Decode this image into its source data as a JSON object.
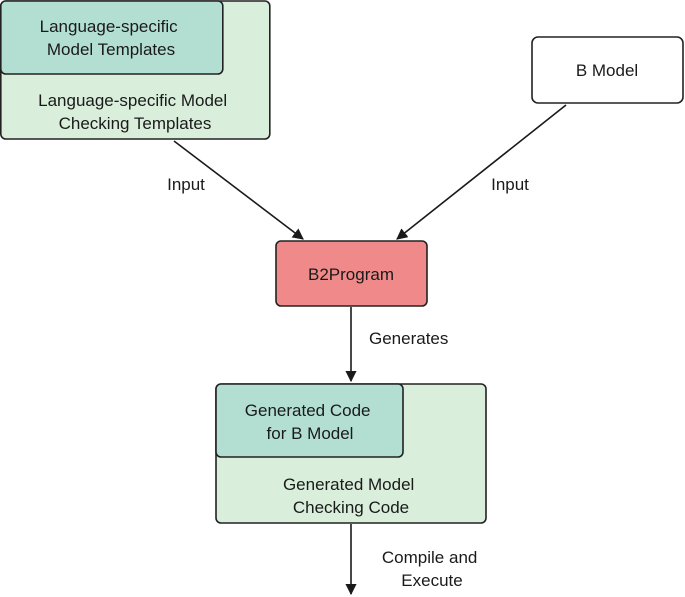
{
  "colors": {
    "outer_box_fill": "#d9eedb",
    "inner_box_fill": "#b3dfd3",
    "process_fill": "#f08a8a",
    "model_fill": "#ffffff",
    "stroke": "#222222"
  },
  "nodes": {
    "templates_inner": [
      "Language-specific",
      "Model Templates"
    ],
    "templates_outer": [
      "Language-specific Model",
      "Checking Templates"
    ],
    "b_model": [
      "B Model"
    ],
    "b2program": [
      "B2Program"
    ],
    "generated_inner": [
      "Generated Code",
      "for B Model"
    ],
    "generated_outer": [
      "Generated Model",
      "Checking Code"
    ]
  },
  "edges": {
    "input_left": [
      "Input"
    ],
    "input_right": [
      "Input"
    ],
    "generates": [
      "Generates"
    ],
    "compile_execute": [
      "Compile and",
      "Execute"
    ]
  }
}
